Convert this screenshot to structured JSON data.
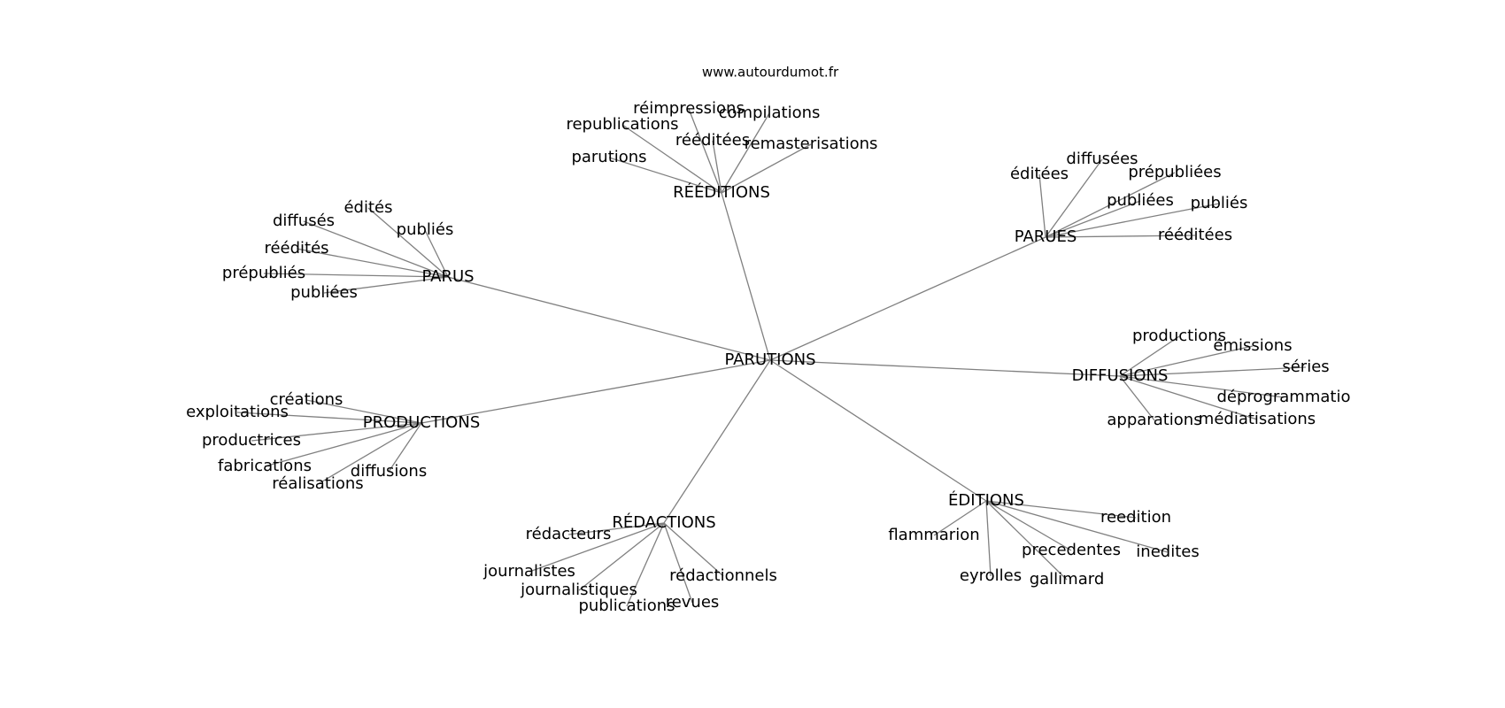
{
  "site": "www.autourdumot.fr",
  "root": "PARUTIONS",
  "branches": [
    {
      "id": "reeditions",
      "label": "RÉÉDITIONS",
      "children": [
        "réimpressions",
        "compilations",
        "republications",
        "rééditées",
        "remasterisations",
        "parutions"
      ]
    },
    {
      "id": "parues",
      "label": "PARUES",
      "children": [
        "diffusées",
        "éditées",
        "prépubliées",
        "publiées",
        "publiés",
        "rééditées"
      ]
    },
    {
      "id": "parus",
      "label": "PARUS",
      "children": [
        "édités",
        "diffusés",
        "publiés",
        "réédités",
        "prépubliés",
        "publiées"
      ]
    },
    {
      "id": "diffusions",
      "label": "DIFFUSIONS",
      "children": [
        "productions",
        "émissions",
        "séries",
        "déprogrammatio",
        "médiatisations",
        "apparations"
      ]
    },
    {
      "id": "productions",
      "label": "PRODUCTIONS",
      "children": [
        "créations",
        "exploitations",
        "productrices",
        "fabrications",
        "réalisations",
        "diffusions"
      ]
    },
    {
      "id": "editions",
      "label": "ÉDITIONS",
      "children": [
        "reedition",
        "flammarion",
        "precedentes",
        "inedites",
        "eyrolles",
        "gallimard"
      ]
    },
    {
      "id": "redactions",
      "label": "RÉDACTIONS",
      "children": [
        "rédacteurs",
        "journalistes",
        "journalistiques",
        "rédactionnels",
        "publications",
        "revues"
      ]
    }
  ]
}
